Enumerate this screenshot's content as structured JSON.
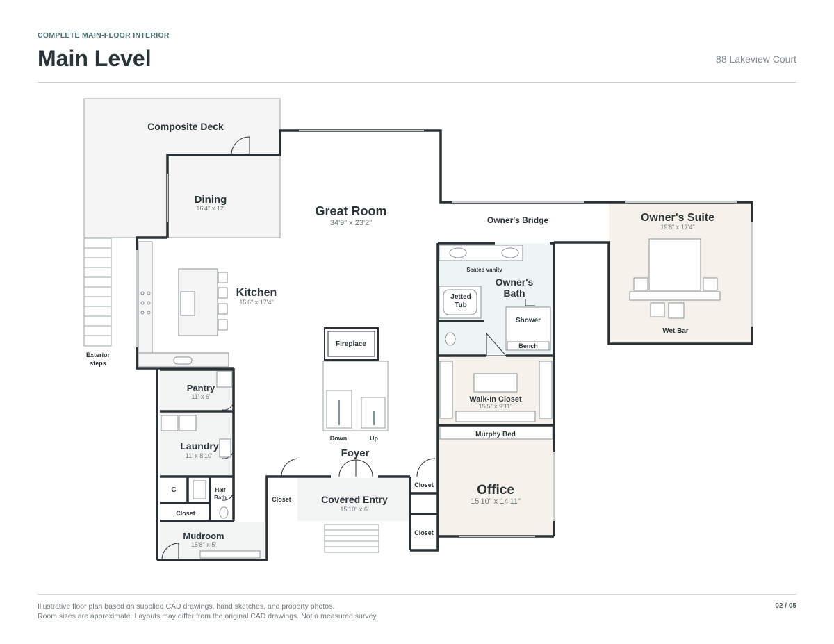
{
  "header": {
    "eyebrow": "COMPLETE MAIN-FLOOR INTERIOR",
    "title": "Main Level",
    "address": "88 Lakeview Court"
  },
  "rooms": {
    "deck": {
      "label": "Composite Deck"
    },
    "dining": {
      "label": "Dining",
      "size": "16'4\" x 12'"
    },
    "great_room": {
      "label": "Great Room",
      "size": "34'9\" x 23'2\""
    },
    "kitchen": {
      "label": "Kitchen",
      "size": "15'6\" x 17'4\""
    },
    "bridge": {
      "label": "Owner's Bridge"
    },
    "suite": {
      "label": "Owner's Suite",
      "size": "19'8\" x 17'4\""
    },
    "wet_bar": {
      "label": "Wet Bar"
    },
    "bath": {
      "label_1": "Owner's",
      "label_2": "Bath"
    },
    "vanity": {
      "label": "Seated vanity"
    },
    "tub": {
      "label_1": "Jetted",
      "label_2": "Tub"
    },
    "shower": {
      "label": "Shower"
    },
    "bench": {
      "label": "Bench"
    },
    "fireplace": {
      "label": "Fireplace"
    },
    "stairs": {
      "down": "Down",
      "up": "Up"
    },
    "ext_steps": {
      "label_1": "Exterior",
      "label_2": "steps"
    },
    "pantry": {
      "label": "Pantry",
      "size": "11' x 6'"
    },
    "laundry": {
      "label": "Laundry",
      "size": "11' x 8'10\""
    },
    "c": {
      "label": "C"
    },
    "half_bath": {
      "label_1": "Half",
      "label_2": "Bath"
    },
    "closet_small": {
      "label": "Closet"
    },
    "mudroom": {
      "label": "Mudroom",
      "size": "15'8\" x 5'"
    },
    "foyer": {
      "label": "Foyer"
    },
    "entry_closet": {
      "label": "Closet"
    },
    "covered_entry": {
      "label": "Covered Entry",
      "size": "15'10\" x 6'"
    },
    "closet_upper": {
      "label": "Closet"
    },
    "closet_lower": {
      "label": "Closet"
    },
    "walkin": {
      "label": "Walk-In Closet",
      "size": "15'5\" x 9'11\""
    },
    "murphy": {
      "label": "Murphy Bed"
    },
    "office": {
      "label": "Office",
      "size": "15'10\" x 14'11\""
    }
  },
  "colors": {
    "wall": "#2a3134",
    "suite_fill": "#f6f1ea",
    "office_fill": "#f6f1ea",
    "bath_fill": "#eef4f3",
    "deck_fill": "#f4f5f4",
    "accent": "#4b7377"
  },
  "footer": {
    "note_1": "Illustrative floor plan based on supplied CAD drawings, hand sketches, and property photos.",
    "note_2": "Room sizes are approximate. Layouts may differ from the original CAD drawings. Not a measured survey.",
    "page": "02 / 05"
  }
}
